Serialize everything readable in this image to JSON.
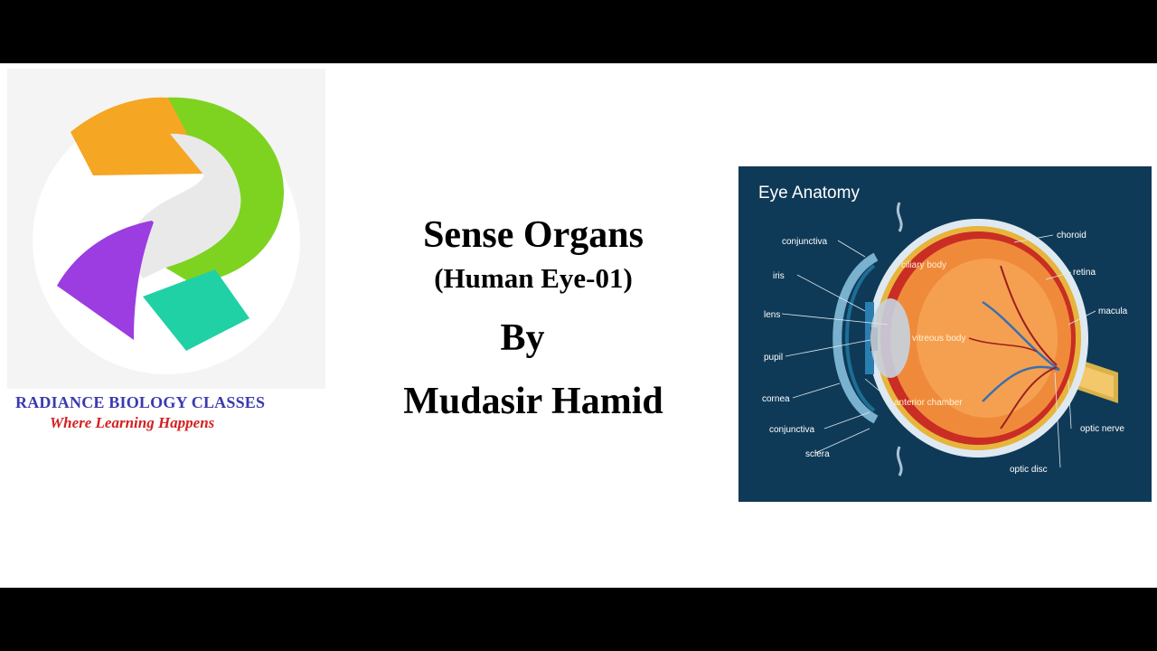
{
  "brand": {
    "name": "RADIANCE BIOLOGY CLASSES",
    "tagline": "Where Learning Happens"
  },
  "slide": {
    "title": "Sense Organs",
    "subtitle": "(Human Eye-01)",
    "by": "By",
    "author": "Mudasir Hamid"
  },
  "eye_diagram": {
    "title": "Eye Anatomy",
    "labels": {
      "conjunctiva_top": "conjunctiva",
      "iris": "iris",
      "lens": "lens",
      "pupil": "pupil",
      "cornea": "cornea",
      "conjunctiva_bottom": "conjunctiva",
      "sclera": "sclera",
      "ciliary_body": "ciliary body",
      "vitreous_body": "vitreous body",
      "anterior_chamber": "anterior chamber",
      "choroid": "choroid",
      "retina": "retina",
      "macula": "macula",
      "optic_nerve": "optic nerve",
      "optic_disc": "optic disc"
    }
  },
  "colors": {
    "brand_blue": "#3a3ab0",
    "tagline_red": "#d42020",
    "diagram_bg": "#0f3a57",
    "logo_orange": "#f5a623",
    "logo_green": "#7ed321",
    "logo_purple": "#9b3de0",
    "logo_teal": "#1fd1a5"
  }
}
